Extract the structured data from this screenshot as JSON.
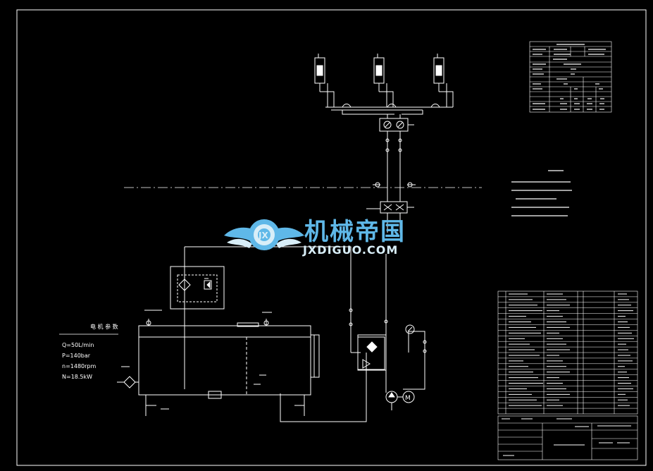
{
  "colors": {
    "background": "#000000",
    "line": "#ffffff",
    "watermark_primary": "#5fb8e8",
    "watermark_secondary": "#d8eef8"
  },
  "watermark": {
    "title": "机械帝国",
    "subtitle": "JXDIGUO.COM"
  },
  "motor_params": {
    "heading": "电 机 参 数",
    "lines": [
      "Q=50L/min",
      "P=140bar",
      "n=1480rpm",
      "N=18.5kW"
    ]
  },
  "icons": [
    "gear-wing-logo-icon",
    "motor-icon",
    "pump-icon",
    "filter-icon",
    "pressure-gauge-icon",
    "cylinder-icon"
  ]
}
